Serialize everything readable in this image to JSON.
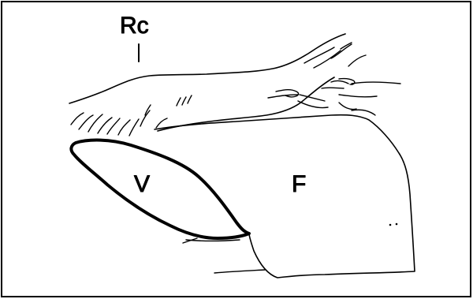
{
  "figure": {
    "labels": {
      "rc": "Rc",
      "v": "V",
      "f": "F"
    },
    "ink_color": "#000000",
    "background_color": "#ffffff"
  }
}
